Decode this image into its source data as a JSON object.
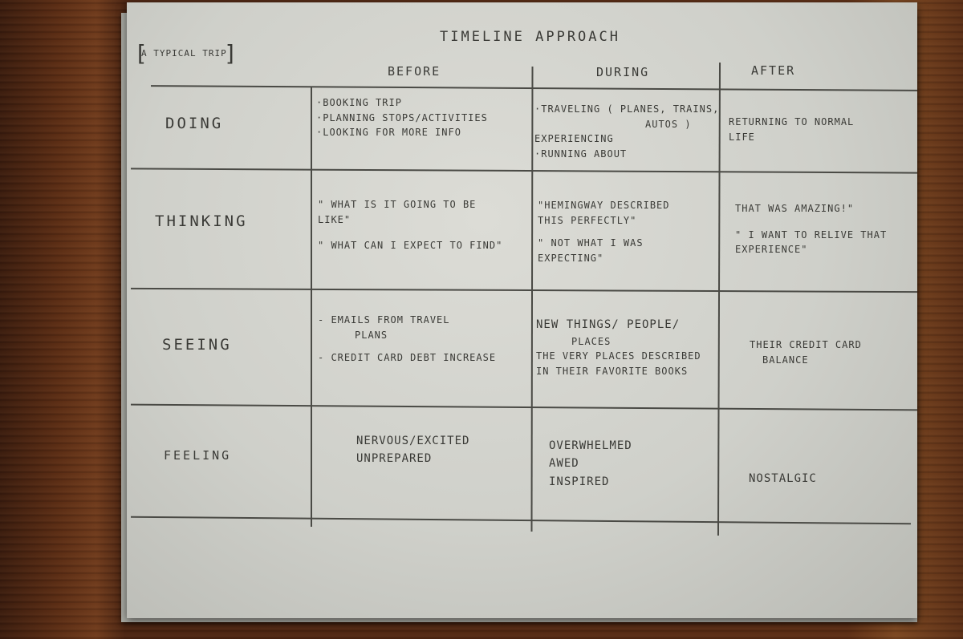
{
  "sheet": {
    "title": "TIMELINE   APPROACH",
    "tag": "A TYPICAL TRIP",
    "columns": [
      "BEFORE",
      "DURING",
      "AFTER"
    ],
    "rows": [
      {
        "label": "DOING",
        "before": [
          "·BOOKING TRIP",
          "·PLANNING STOPS/ACTIVITIES",
          "·LOOKING FOR MORE INFO"
        ],
        "during": [
          "·TRAVELING ( PLANES, TRAINS,",
          "AUTOS )",
          "EXPERIENCING",
          "·RUNNING ABOUT"
        ],
        "after": [
          "RETURNING TO NORMAL",
          "LIFE"
        ]
      },
      {
        "label": "THINKING",
        "before": [
          "\" WHAT IS IT GOING TO BE",
          "LIKE\"",
          "\" WHAT CAN I EXPECT TO FIND\""
        ],
        "during": [
          "\"HEMINGWAY DESCRIBED",
          "THIS PERFECTLY\"",
          "\" NOT WHAT I WAS",
          "EXPECTING\""
        ],
        "after": [
          "THAT WAS AMAZING!\"",
          "\" I WANT TO RELIVE THAT",
          "EXPERIENCE\""
        ]
      },
      {
        "label": "SEEING",
        "before": [
          "- EMAILS FROM TRAVEL",
          "PLANS",
          "- CREDIT CARD DEBT INCREASE"
        ],
        "during": [
          "NEW THINGS/ PEOPLE/",
          "PLACES",
          "THE VERY PLACES DESCRIBED",
          "IN THEIR FAVORITE BOOKS"
        ],
        "after": [
          "THEIR CREDIT CARD",
          "BALANCE"
        ]
      },
      {
        "label": "FEELING",
        "before": [
          "NERVOUS/EXCITED",
          "UNPREPARED"
        ],
        "during": [
          "OVERWHELMED",
          "AWED",
          "INSPIRED"
        ],
        "after": [
          "NOSTALGIC"
        ]
      }
    ]
  }
}
